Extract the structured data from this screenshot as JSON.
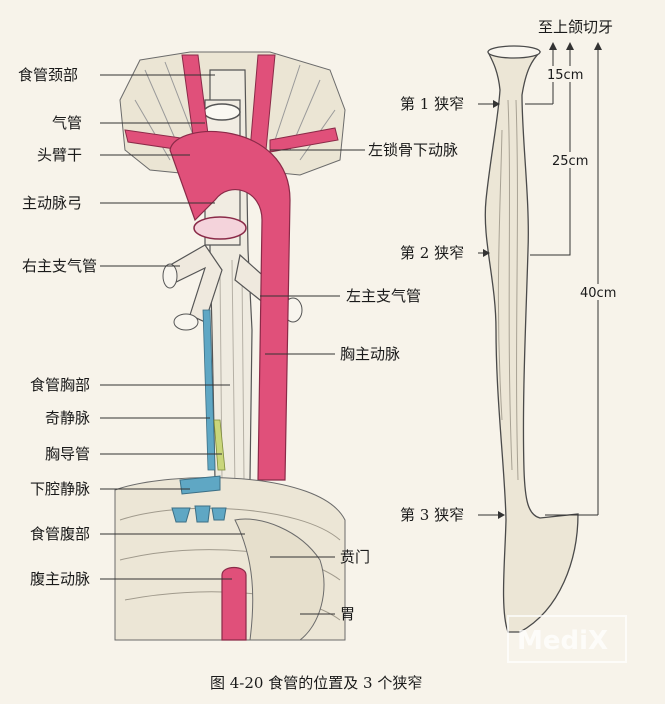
{
  "labels": {
    "esoph_neck": "食管颈部",
    "trachea": "气管",
    "brachiocephalic": "头臂干",
    "left_subclavian": "左锁骨下动脉",
    "aortic_arch": "主动脉弓",
    "right_bronchus": "右主支气管",
    "left_bronchus": "左主支气管",
    "thoracic_aorta": "胸主动脉",
    "esoph_thorax": "食管胸部",
    "azygos": "奇静脉",
    "thoracic_duct": "胸导管",
    "ivc": "下腔静脉",
    "esoph_abdomen": "食管腹部",
    "cardia": "贲门",
    "abd_aorta": "腹主动脉",
    "stomach": "胃"
  },
  "right": {
    "to_incisors": "至上颌切牙",
    "constriction1": "第 1 狭窄",
    "constriction2": "第 2 狭窄",
    "constriction3": "第 3 狭窄",
    "d15": "15cm",
    "d25": "25cm",
    "d40": "40cm"
  },
  "caption": "图 4-20   食管的位置及 3 个狭窄",
  "watermark": "MediX",
  "colors": {
    "artery": "#e0507a",
    "vein": "#5fa7c4",
    "tissue": "#ece6d6",
    "outline": "#4a4a4a"
  }
}
